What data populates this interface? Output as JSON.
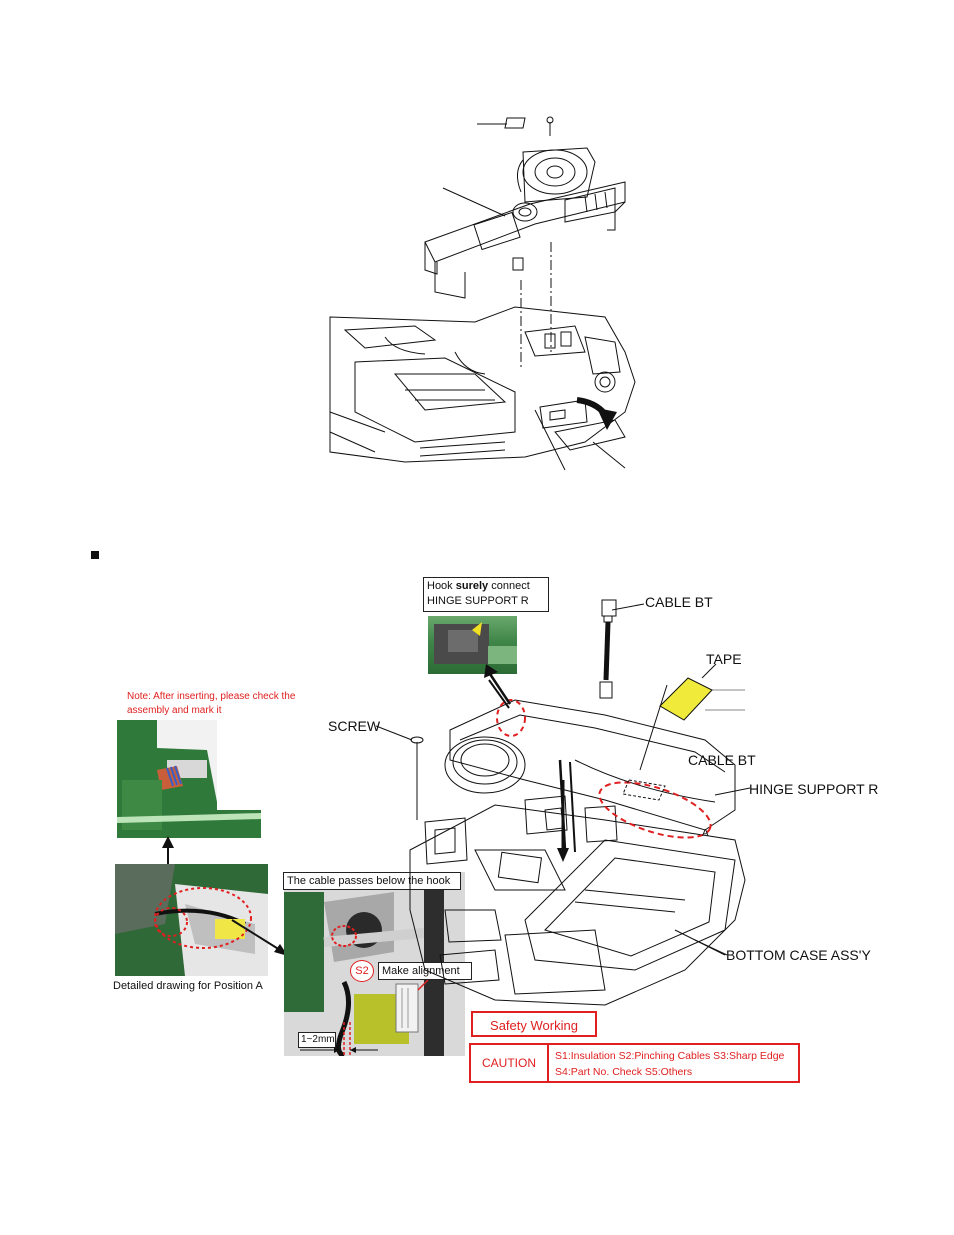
{
  "figure2": {
    "hook_label_prefix": "Hook ",
    "hook_label_bold": "surely",
    "hook_label_suffix": " connect",
    "hinge_label_small": "HINGE SUPPORT R",
    "cable_bt_top": "CABLE BT",
    "tape": "TAPE",
    "screw": "SCREW",
    "cable_bt_mid": "CABLE BT",
    "hinge_support_r": "HINGE SUPPORT R",
    "bottom_case": "BOTTOM CASE ASS'Y",
    "note_line1": "Note: After inserting, please check the",
    "note_line2": "assembly and mark it",
    "detail_caption": "Detailed drawing for Position A",
    "cable_passes": "The cable passes below the hook",
    "s2_badge": "S2",
    "make_alignment": "Make alignment",
    "dimension": "1~2mm",
    "position_a": "A"
  },
  "safety": {
    "title": "Safety Working",
    "caution_label": "CAUTION",
    "line1": "S1:Insulation  S2:Pinching Cables  S3:Sharp Edge",
    "line2": "S4:Part No. Check  S5:Others"
  },
  "colors": {
    "red": "#e02020",
    "tape_yellow": "#f0ea3a",
    "photo_green": "#2e7a3a"
  }
}
